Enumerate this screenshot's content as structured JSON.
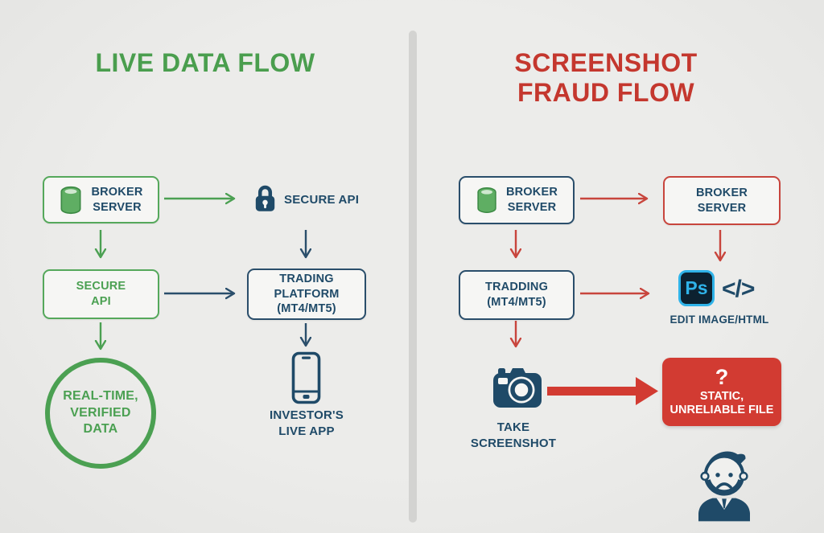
{
  "colors": {
    "green": "#4ba052",
    "navy": "#1f4a68",
    "red": "#c4372e",
    "alert_red": "#d23b32",
    "ps_cyan": "#2fb3e9",
    "ps_background": "#0c2130",
    "page_background": "#eaeae8",
    "divider": "#d3d3d1"
  },
  "icons": {
    "database": "database-icon",
    "lock": "lock-icon",
    "phone": "smartphone-icon",
    "photoshop": "photoshop-icon",
    "code": "code-icon",
    "camera": "camera-icon",
    "person": "sad-investor-icon"
  },
  "left": {
    "title": "LIVE DATA FLOW",
    "broker_server": "BROKER\nSERVER",
    "secure_api_label": "SECURE API",
    "secure_api_box": "SECURE\nAPI",
    "trading_platform": "TRADING PLATFORM\n(MT4/MT5)",
    "realtime_circle": "REAL-TIME,\nVERIFIED\nDATA",
    "investors_app": "INVESTOR'S\nLIVE APP"
  },
  "right": {
    "title": "SCREENSHOT\nFRAUD FLOW",
    "broker_server_source": "BROKER\nSERVER",
    "broker_server_copy": "BROKER\nSERVER",
    "tradding": "TRADDING\n(MT4/MT5)",
    "ps_label": "Ps",
    "code_label": "</>",
    "edit_image_html": "EDIT IMAGE/HTML",
    "take_screenshot": "TAKE SCREENSHOT",
    "alert_question": "?",
    "alert_text": "STATIC,\nUNRELIABLE FILE"
  }
}
